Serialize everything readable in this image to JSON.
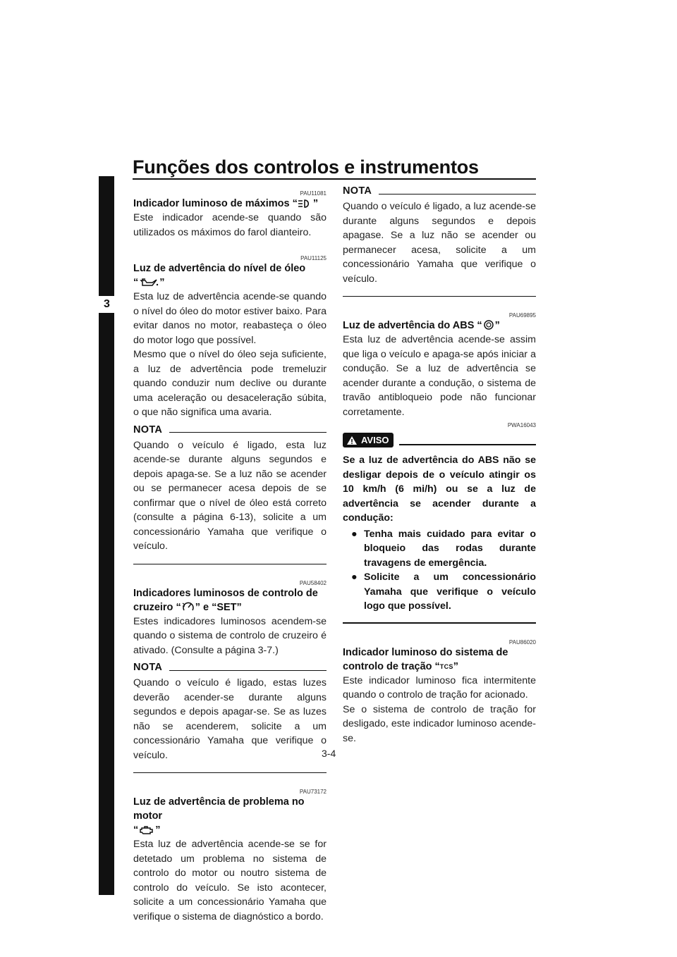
{
  "header": {
    "title": "Funções dos controlos e instrumentos",
    "chapter": "3"
  },
  "page_number": "3-4",
  "note_label": "NOTA",
  "warning_label": "AVISO",
  "quote_open": "“",
  "quote_close": "”",
  "sections": {
    "high_beam": {
      "code": "PAU11081",
      "heading": "Indicador luminoso de máximos",
      "body": "Este indicador acende-se quando são utilizados os máximos do farol dianteiro."
    },
    "oil": {
      "code": "PAU11125",
      "heading": "Luz de advertência do nível de óleo",
      "body1": "Esta luz de advertência acende-se quando o nível do óleo do motor estiver baixo. Para evitar danos no motor, reabasteça o óleo do motor logo que possível.",
      "body2": "Mesmo que o nível do óleo seja suficiente, a luz de advertência pode tremeluzir quando conduzir num declive ou durante uma aceleração ou desaceleração súbita, o que não significa uma avaria.",
      "note": "Quando o veículo é ligado, esta luz acende-se durante alguns segundos e depois apaga-se. Se a luz não se acender ou se permanecer acesa depois de se confirmar que o nível de óleo está correto (consulte a página 6-13), solicite a um concessionário Yamaha que verifique o veículo."
    },
    "cruise": {
      "code": "PAU58402",
      "heading_a": "Indicadores luminosos de controlo de cruzeiro",
      "heading_b": "e “SET”",
      "body": "Estes indicadores luminosos acendem-se quando o sistema de controlo de cruzeiro é ativado. (Consulte a página 3-7.)",
      "note": "Quando o veículo é ligado, estas luzes deverão acender-se durante alguns segundos e depois apagar-se. Se as luzes não se acenderem, solicite a um concessionário Yamaha que verifique o veículo."
    },
    "engine": {
      "code": "PAU73172",
      "heading": "Luz de advertência de problema no motor",
      "body": "Esta luz de advertência acende-se se for detetado um problema no sistema de controlo do motor ou noutro sistema de controlo do veículo. Se isto acontecer, solicite a um concessionário Yamaha que verifique o sistema de diagnóstico a bordo.",
      "note": "Quando o veículo é ligado, a luz acende-se durante alguns segundos e depois apagase. Se a luz não se acender ou permanecer acesa, solicite a um concessionário Yamaha que verifique o veículo."
    },
    "abs": {
      "code": "PAU69895",
      "heading": "Luz de advertência do ABS",
      "body": "Esta luz de advertência acende-se assim que liga o veículo e apaga-se após iniciar a condução. Se a luz de advertência se acender durante a condução, o sistema de travão antibloqueio pode não funcionar corretamente.",
      "warning_code": "PWA16043",
      "warning_text": "Se a luz de advertência do ABS não se desligar depois de o veículo atingir os 10 km/h (6 mi/h) ou se a luz de advertência se acender durante a condução:",
      "warning_items": [
        "Tenha mais cuidado para evitar o bloqueio das rodas durante travagens de emergência.",
        "Solicite a um concessionário Yamaha que verifique o veículo logo que possível."
      ]
    },
    "tcs": {
      "code": "PAU86020",
      "heading": "Indicador luminoso do sistema de controlo de tração",
      "icon_text": "TCS",
      "body1": "Este indicador luminoso fica intermitente quando o controlo de tração for acionado.",
      "body2": "Se o sistema de controlo de tração for desligado, este indicador luminoso acende-se."
    }
  }
}
